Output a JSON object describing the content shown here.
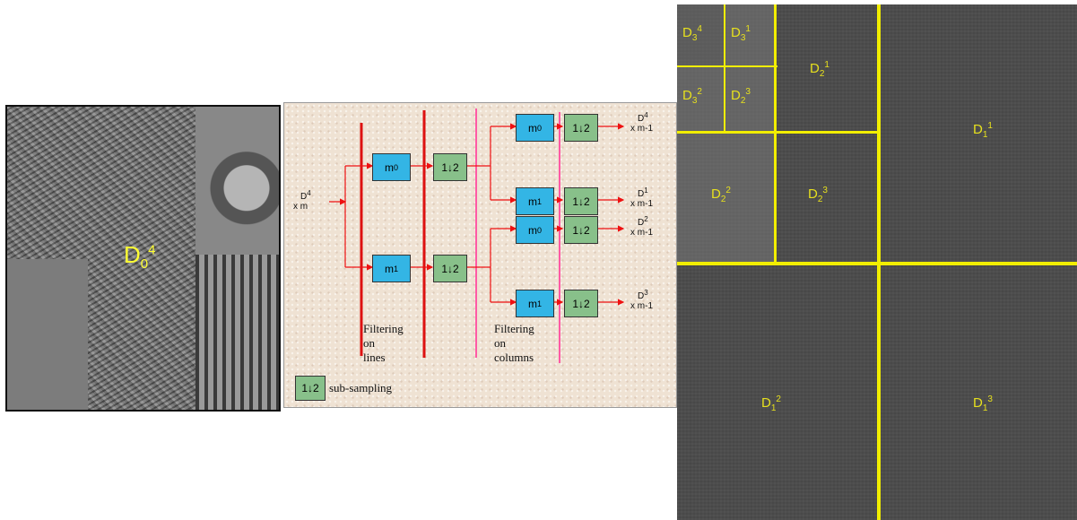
{
  "photo": {
    "label_base": "D",
    "label_sub": "0",
    "label_sup": "4"
  },
  "diagram": {
    "input": {
      "base": "D",
      "sup": "4",
      "sub": "x m"
    },
    "filters": {
      "m0": "m",
      "m0_sub": "0",
      "m1": "m",
      "m1_sub": "1",
      "subsample": "1↓2"
    },
    "outputs": [
      {
        "base": "D",
        "sup": "4",
        "sub": "x m-1"
      },
      {
        "base": "D",
        "sup": "1",
        "sub": "x m-1"
      },
      {
        "base": "D",
        "sup": "2",
        "sub": "x m-1"
      },
      {
        "base": "D",
        "sup": "3",
        "sub": "x m-1"
      }
    ],
    "filtering_lines": [
      "Filtering",
      "on",
      "lines"
    ],
    "filtering_columns": [
      "Filtering",
      "on",
      "columns"
    ],
    "legend_label": "sub-sampling",
    "colors": {
      "filter": "#33b5e5",
      "subsample": "#88c08a",
      "arrow": "#ee1111",
      "bar_red": "#dd1111",
      "bar_pink": "#ff5aa5"
    }
  },
  "decomposition": {
    "labels": [
      {
        "base": "D",
        "sub": "3",
        "sup": "4"
      },
      {
        "base": "D",
        "sub": "3",
        "sup": "1"
      },
      {
        "base": "D",
        "sub": "3",
        "sup": "2"
      },
      {
        "base": "D",
        "sub": "2",
        "sup": "3"
      },
      {
        "base": "D",
        "sub": "2",
        "sup": "1"
      },
      {
        "base": "D",
        "sub": "2",
        "sup": "2"
      },
      {
        "base": "D",
        "sub": "2",
        "sup": "3"
      },
      {
        "base": "D",
        "sub": "1",
        "sup": "1"
      },
      {
        "base": "D",
        "sub": "1",
        "sup": "2"
      },
      {
        "base": "D",
        "sub": "1",
        "sup": "3"
      }
    ],
    "line_color": "#f2ee00"
  }
}
